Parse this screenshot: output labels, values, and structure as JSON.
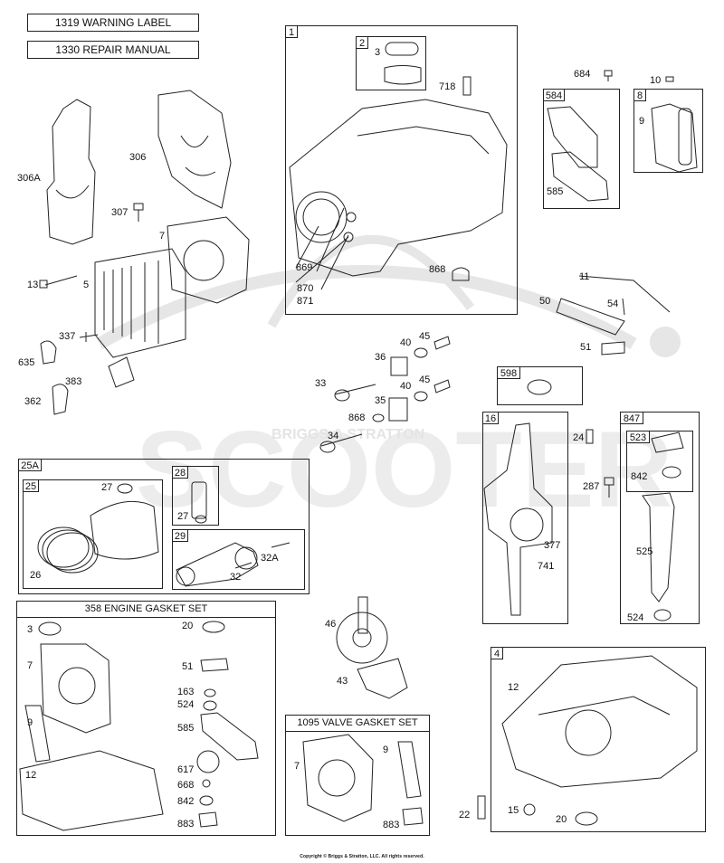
{
  "watermark": {
    "brand_small": "BRIGGS & STRATTON",
    "brand_big": "SCOOTER"
  },
  "headers": {
    "warning_label": "1319 WARNING LABEL",
    "repair_manual": "1330 REPAIR MANUAL",
    "engine_gasket_set": "358 ENGINE GASKET SET",
    "valve_gasket_set": "1095 VALVE GASKET SET"
  },
  "kits": {
    "k1": "1",
    "k2": "2",
    "k584": "584",
    "k8": "8",
    "k598": "598",
    "k25a": "25A",
    "k25": "25",
    "k28": "28",
    "k29": "29",
    "k16": "16",
    "k847": "847",
    "k523": "523",
    "k4": "4"
  },
  "callouts": {
    "c3_top": "3",
    "c718": "718",
    "c684": "684",
    "c10": "10",
    "c9_top": "9",
    "c585_top": "585",
    "c306a": "306A",
    "c306": "306",
    "c307": "307",
    "c7_top": "7",
    "c13": "13",
    "c5": "5",
    "c869": "869",
    "c870": "870",
    "c871": "871",
    "c868_top": "868",
    "c11": "11",
    "c50": "50",
    "c54": "54",
    "c51_top": "51",
    "c337": "337",
    "c635": "635",
    "c383": "383",
    "c362": "362",
    "c36": "36",
    "c40a": "40",
    "c45a": "45",
    "c33": "33",
    "c40b": "40",
    "c45b": "45",
    "c35": "35",
    "c868_mid": "868",
    "c34": "34",
    "c24": "24",
    "c287": "287",
    "c842_top": "842",
    "c525": "525",
    "c524_right": "524",
    "c377": "377",
    "c741": "741",
    "c27a": "27",
    "c26": "26",
    "c27b": "27",
    "c32a": "32A",
    "c32": "32",
    "c3_gs": "3",
    "c7_gs": "7",
    "c9_gs": "9",
    "c12_gs": "12",
    "c20_gs": "20",
    "c51_gs": "51",
    "c163": "163",
    "c524_gs": "524",
    "c585_gs": "585",
    "c617": "617",
    "c668": "668",
    "c842_gs": "842",
    "c883_gs": "883",
    "c46": "46",
    "c43": "43",
    "c7_vg": "7",
    "c9_vg": "9",
    "c883_vg": "883",
    "c12_sump": "12",
    "c22": "22",
    "c15": "15",
    "c20_sump": "20"
  },
  "copyright": "Copyright © Briggs & Stratton, LLC. All rights reserved."
}
